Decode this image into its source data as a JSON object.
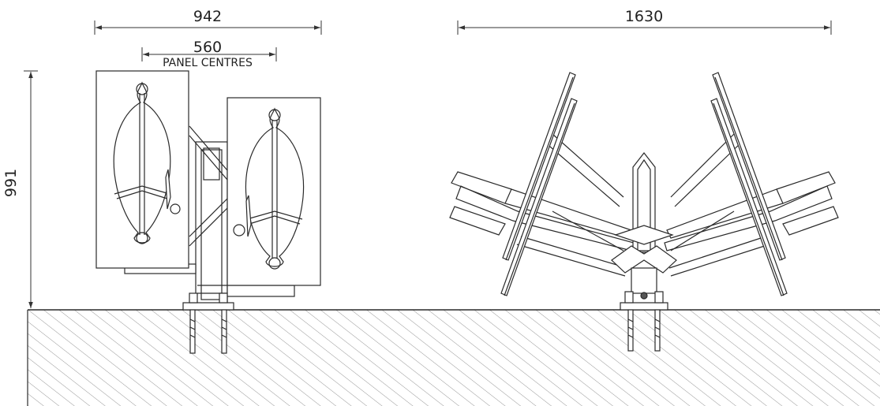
{
  "dimensions": {
    "overall_width": "942",
    "panel_centres_value": "560",
    "panel_centres_label": "PANEL CENTRES",
    "height": "991",
    "overall_span": "1630"
  },
  "colors": {
    "line": "#2a2a2a",
    "hatch": "#7a7a7a",
    "dim_line": "#333333",
    "background": "#ffffff"
  },
  "views": {
    "left": "side-elevation",
    "right": "front-elevation"
  }
}
